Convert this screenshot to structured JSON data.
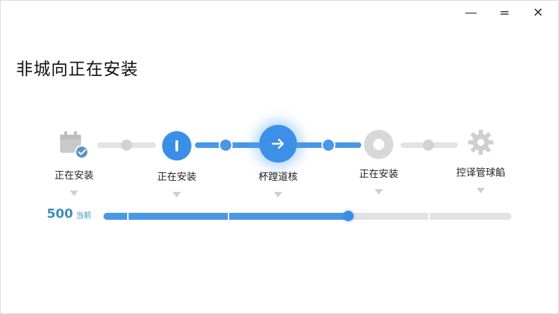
{
  "window": {
    "controls": {
      "minimize": "—",
      "maximize": "=",
      "close": "✕"
    }
  },
  "title": "非城向正在安装",
  "steps": [
    {
      "label": "正在安装",
      "icon": "calendar-check-icon",
      "state": "completed"
    },
    {
      "label": "正在安装",
      "icon": "pause-icon",
      "state": "completed"
    },
    {
      "label": "杯蹚道核",
      "icon": "arrow-right-icon",
      "state": "current"
    },
    {
      "label": "正在安装",
      "icon": "disc-icon",
      "state": "pending"
    },
    {
      "label": "控译管球餡",
      "icon": "gear-icon",
      "state": "pending"
    }
  ],
  "progress": {
    "value_text": "500",
    "unit_text": "当前",
    "fraction": 0.6
  },
  "colors": {
    "accent": "#3a8ee6",
    "track": "#e2e2e2",
    "inactive": "#d2d2d2",
    "percent_text": "#3b8fb8"
  }
}
